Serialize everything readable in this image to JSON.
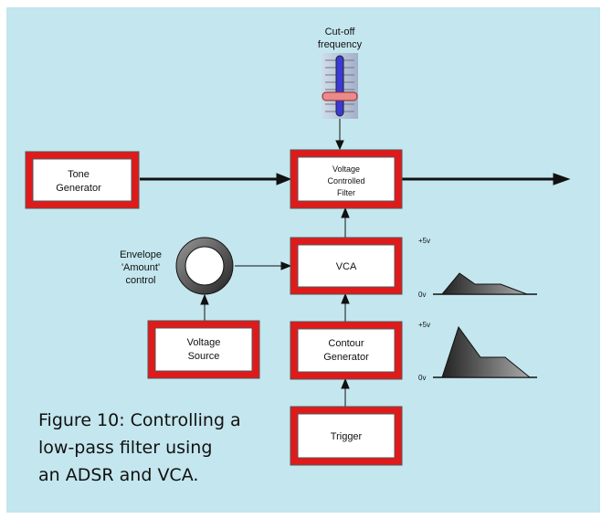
{
  "figure": {
    "caption_lines": [
      "Figure 10: Controlling a",
      "low-pass filter using",
      "an ADSR and VCA."
    ]
  },
  "blocks": {
    "tone_generator": [
      "Tone",
      "Generator"
    ],
    "vcf": [
      "Voltage",
      "Controlled",
      "Filter"
    ],
    "vca": [
      "VCA"
    ],
    "voltage_source": [
      "Voltage",
      "Source"
    ],
    "contour_generator": [
      "Contour",
      "Generator"
    ],
    "trigger": [
      "Trigger"
    ]
  },
  "controls": {
    "cutoff_label": [
      "Cut-off",
      "frequency"
    ],
    "envelope_label": [
      "Envelope",
      "'Amount'",
      "control"
    ]
  },
  "envelopes": {
    "vca_output": {
      "top_label": "+5v",
      "bottom_label": "0v"
    },
    "contour_output": {
      "top_label": "+5v",
      "bottom_label": "0v"
    }
  }
}
